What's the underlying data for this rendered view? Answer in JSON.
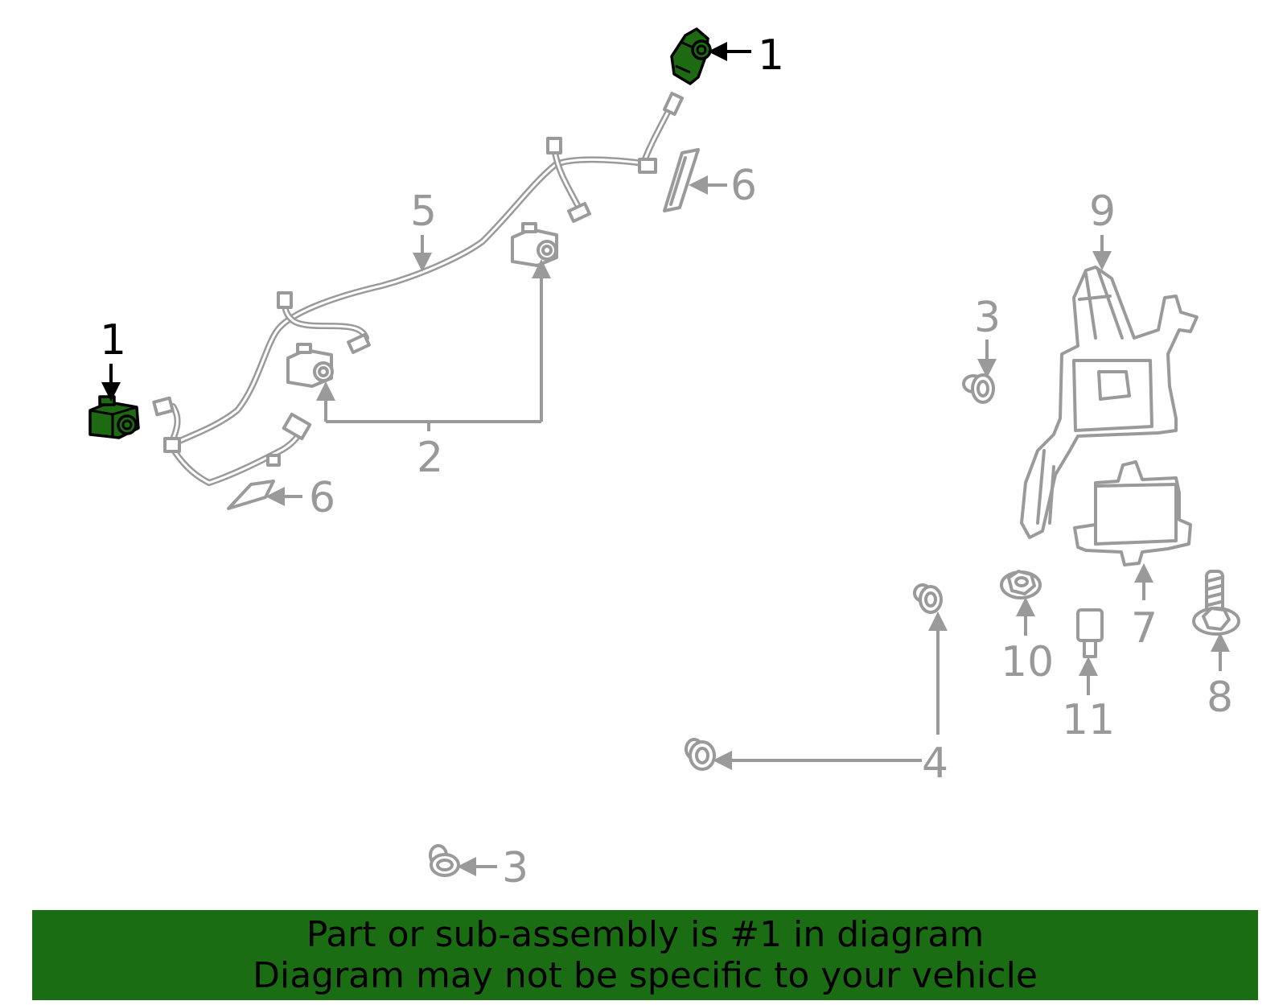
{
  "callouts": {
    "c1_top": "1",
    "c1_left": "1",
    "c2": "2",
    "c3_upper": "3",
    "c3_lower": "3",
    "c4": "4",
    "c5": "5",
    "c6_upper": "6",
    "c6_lower": "6",
    "c7": "7",
    "c8": "8",
    "c9": "9",
    "c10": "10",
    "c11": "11"
  },
  "banner": {
    "line1": "Part or sub-assembly is #1 in diagram",
    "line2": "Diagram may not be specific to your vehicle"
  },
  "colors": {
    "highlight": "#1b6d14",
    "part_outline": "#9a9a9a",
    "highlight_label": "#000000"
  }
}
